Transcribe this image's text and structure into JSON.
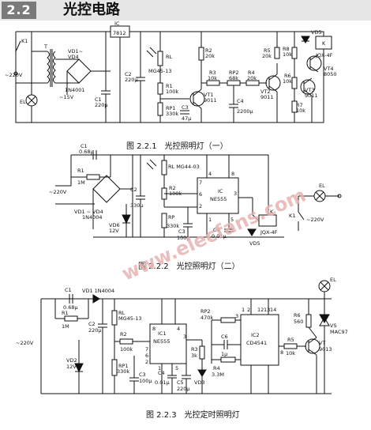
{
  "header": {
    "section_number": "2.2",
    "section_title": "光控电路"
  },
  "figures": [
    {
      "caption": "图 2.2.1　光控照明灯（一）"
    },
    {
      "caption": "图 2.2.2　光控照明灯（二）"
    },
    {
      "caption": "图 2.2.3　光控定时照明灯"
    }
  ],
  "fig1": {
    "k1": "K1",
    "el": "EL",
    "v220": "~220V",
    "t": "T",
    "vd1": "VD1~",
    "vd4": "VD4",
    "diode": "1N4001",
    "v15": "~15V",
    "c1": "C1",
    "c1v": "220μ",
    "ic": "IC",
    "ic_part": "7812",
    "c2": "C2",
    "c2v": "220μ",
    "rl": "RL",
    "rl_part": "MG45-13",
    "r1": "R1",
    "r1v": "100k",
    "rp1": "RP1",
    "rp1v": "330k",
    "vt1": "VT1",
    "vt1p": "9011",
    "c3": "C3",
    "c3v": "47μ",
    "r2": "R2",
    "r2v": "20k",
    "r3": "R3",
    "r3v": "10k",
    "rp2": "RP2",
    "rp2v": "68k",
    "r4": "R4",
    "r4v": "20k",
    "c4": "C4",
    "c4v": "2200μ",
    "vt2": "VT2",
    "vt2p": "9011",
    "r5": "R5",
    "r5v": "20k",
    "r6": "R6",
    "r6v": "10k",
    "r7": "R7",
    "r7v": "10k",
    "r8": "R8",
    "r8v": "10k",
    "vt3": "VT3",
    "vt3p": "9011",
    "vt4": "VT4",
    "vt4p": "8050",
    "vd5": "VD5",
    "k": "K",
    "jqx": "JQX-4F"
  },
  "fig2": {
    "c1": "C1",
    "c1v": "0.68μ",
    "r1": "R1",
    "r1v": "1M",
    "v220": "~220V",
    "vd": "VD1 ~ VD4",
    "vdp": "1N4004",
    "c2": "C2",
    "c2v": "330μ",
    "vd6": "VD6",
    "vd6v": "12V",
    "rl": "RL MG44-03",
    "r2": "R2",
    "r2v": "100k",
    "rp": "RP",
    "rpv": "330k",
    "c3": "C3",
    "c3v": "100μ",
    "c4": "C4",
    "c4v": "0.01μ",
    "ic": "IC",
    "icp": "NE555",
    "p8": "8",
    "p4": "4",
    "p7": "7",
    "p6": "6",
    "p2": "2",
    "p3": "3",
    "p1": "1",
    "p5": "5",
    "vd5": "VD5",
    "k": "K",
    "jqx": "JQX-4F",
    "k1": "K1",
    "el": "EL",
    "v220b": "~220V"
  },
  "fig3": {
    "c1": "C1",
    "c1v": "0.68μ",
    "vd1": "VD1 1N4004",
    "r1": "R1",
    "r1v": "1M",
    "c2": "C2",
    "c2v": "220μ",
    "rl": "RL",
    "rl_part": "MG45-13",
    "v220": "~220V",
    "vd2": "VD2",
    "vd2v": "12V",
    "r2": "R2",
    "r2v": "100k",
    "rp1": "RP1",
    "rp1v": "330k",
    "c3": "C3",
    "c3v": "100μ",
    "ic1": "IC1",
    "ic1p": "NE555",
    "c4": "C4",
    "c4v": "0.01μ",
    "c5": "C5",
    "c5v": "220μ",
    "rp2": "RP2",
    "rp2v": "470k",
    "r3": "R3",
    "r3v": "3k",
    "c6": "C6",
    "c6v": "1μ",
    "r4": "R4",
    "r4v": "3.3M",
    "vd3": "VD3",
    "ic2": "IC2",
    "ic2p": "CD4541",
    "r5": "R5",
    "r5v": "10k",
    "r6": "R6",
    "r6v": "560",
    "vt": "VT",
    "vtp": "9013",
    "vs": "VS",
    "vsp": "MAC97",
    "el": "EL",
    "p8": "8",
    "p4": "4",
    "p7": "7",
    "p6": "6",
    "p2": "2",
    "p3": "3",
    "p1": "1",
    "p5": "5",
    "q1": "1",
    "q2": "2",
    "q3": "3",
    "q12": "12",
    "q13": "13",
    "q14": "14",
    "q8": "8"
  },
  "watermark": "www.elecfans.com"
}
